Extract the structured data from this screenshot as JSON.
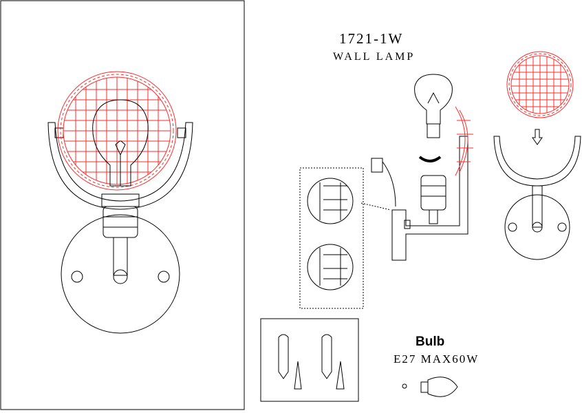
{
  "title": {
    "model": "1721-1W",
    "name": "WALL LAMP"
  },
  "bulb": {
    "heading": "Bulb",
    "spec": "E27 MAX60W"
  },
  "colors": {
    "shade": "#ff2a2a",
    "line": "#000000"
  }
}
